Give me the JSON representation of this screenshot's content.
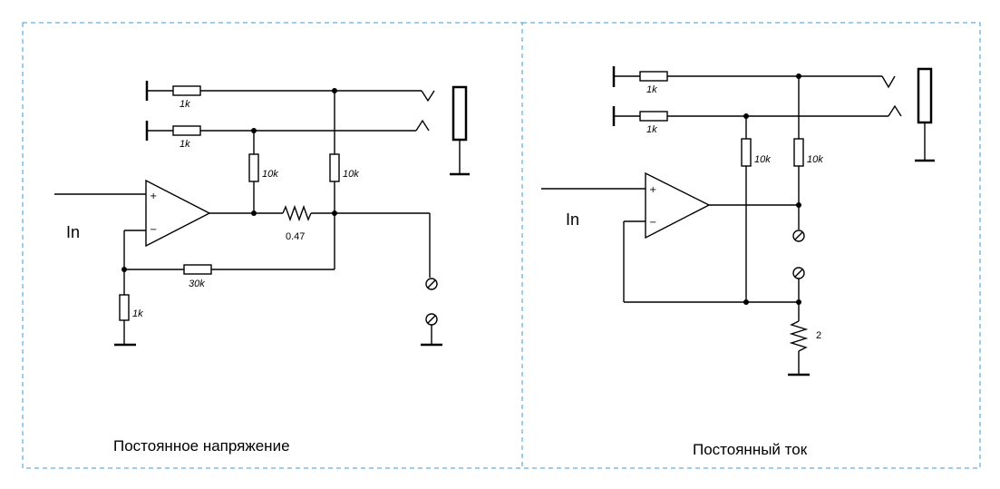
{
  "left_panel": {
    "caption": "Постоянное напряжение",
    "input_label": "In",
    "r_top1": "1k",
    "r_top2": "1k",
    "r_mid1": "10k",
    "r_mid2": "10k",
    "r_shunt": "0.47",
    "r_feedback": "30k",
    "r_ground": "1k",
    "opamp_plus": "+",
    "opamp_minus": "−"
  },
  "right_panel": {
    "caption": "Постоянный ток",
    "input_label": "In",
    "r_top1": "1k",
    "r_top2": "1k",
    "r_mid1": "10k",
    "r_mid2": "10k",
    "r_load": "2",
    "opamp_plus": "+",
    "opamp_minus": "−"
  }
}
